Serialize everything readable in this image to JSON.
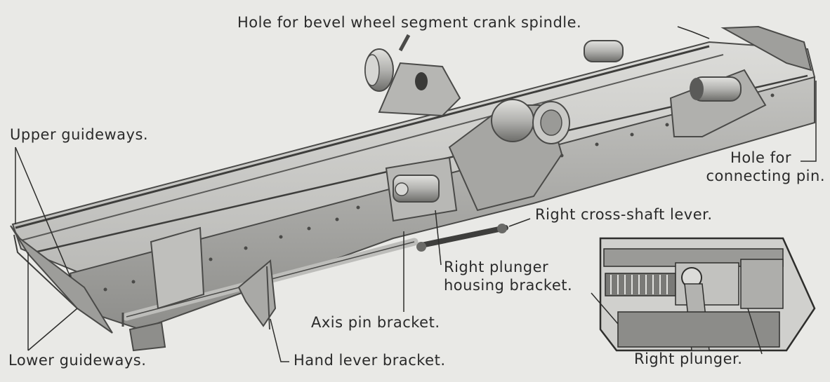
{
  "labels": {
    "bevel_hole": "Hole for bevel wheel segment crank spindle.",
    "upper_guideways": "Upper guideways.",
    "hole_connecting_pin_line1": "Hole for",
    "hole_connecting_pin_line2": "connecting pin.",
    "right_cross_shaft_lever": "Right cross-shaft lever.",
    "right_plunger_housing_line1": "Right plunger",
    "right_plunger_housing_line2": "housing bracket.",
    "axis_pin_bracket": "Axis pin bracket.",
    "lower_guideways": "Lower guideways.",
    "hand_lever_bracket": "Hand lever bracket.",
    "right_plunger": "Right plunger."
  },
  "colors": {
    "paper": "#e9e9e6",
    "ink": "#2a2a2a",
    "metal_light": "#d2d2cf",
    "metal_mid": "#a9a9a6",
    "metal_dark": "#5a5a58"
  }
}
